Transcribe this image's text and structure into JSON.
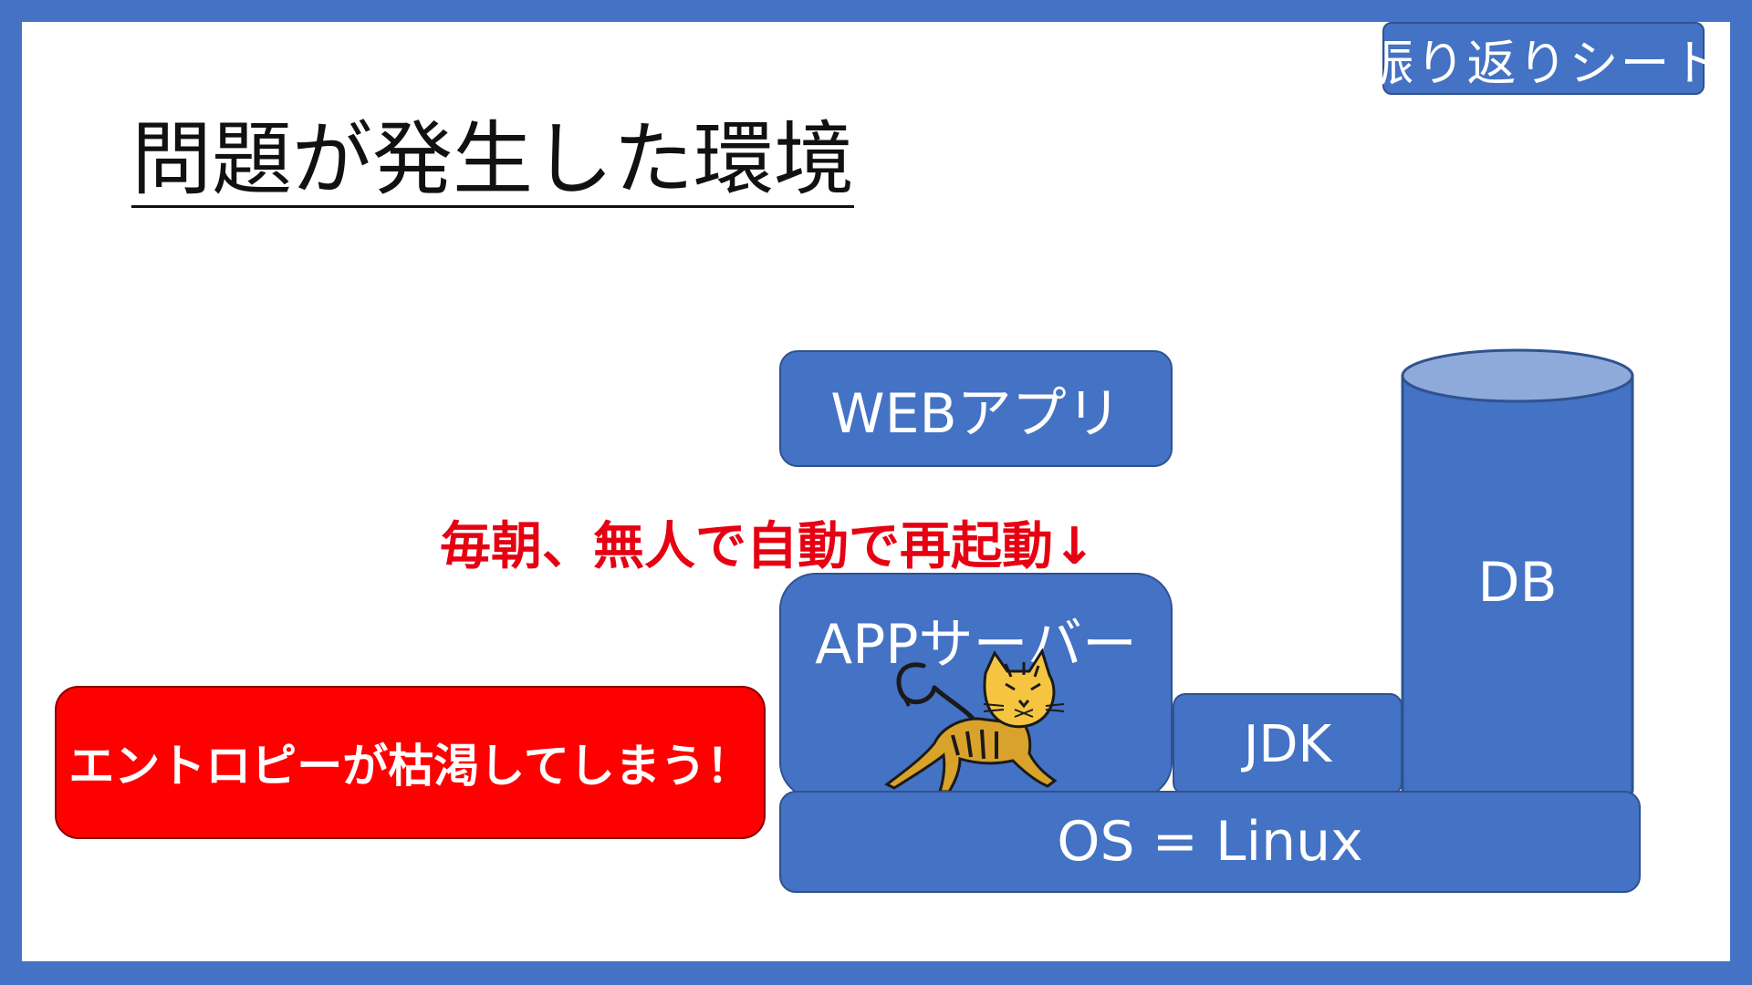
{
  "header": {
    "sheet_label": "振り返りシート",
    "title": "問題が発生した環境"
  },
  "stack": {
    "web_app": "WEBアプリ",
    "restart_note": "毎朝、無人で自動で再起動↓",
    "app_server": "APPサーバー",
    "jdk": "JDK",
    "db": "DB",
    "os": "OS = Linux"
  },
  "alert": {
    "text": "エントロピーが枯渇してしまう！"
  },
  "colors": {
    "background_frame": "#4472C4",
    "box_fill": "#4472C4",
    "box_border": "#2F528F",
    "db_top": "#8EAADB",
    "alert_fill": "#FF0000",
    "restart_text": "#E60012"
  },
  "icons": {
    "app_server_icon": "tomcat-cat-icon"
  }
}
